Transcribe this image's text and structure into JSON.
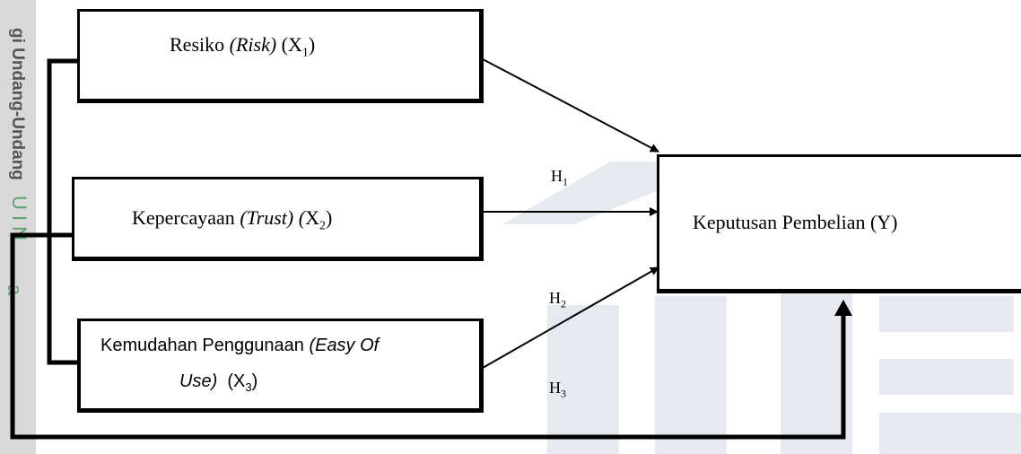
{
  "sidebar": {
    "vertical_text_1": "gi Undang-Undang",
    "vertical_text_2": "U I N",
    "vertical_text_3": "a"
  },
  "diagram": {
    "boxes": [
      {
        "id": "x1",
        "text": "Resiko",
        "italic": "(Risk)",
        "var": "X",
        "sub": "1"
      },
      {
        "id": "x2",
        "text": "Kepercayaan",
        "italic": "(Trust) (",
        "var": "X",
        "sub": "2"
      },
      {
        "id": "x3",
        "text_line1": "Kemudahan Penggunaan",
        "italic_line1": "(Easy Of",
        "italic_line2": "Use)",
        "var": "X",
        "sub": "3"
      },
      {
        "id": "y",
        "text": "Keputusan Pembelian  (Y)"
      }
    ],
    "hypotheses": [
      {
        "id": "h1",
        "letter": "H",
        "sub": "1"
      },
      {
        "id": "h2",
        "letter": "H",
        "sub": "2"
      },
      {
        "id": "h3",
        "letter": "H",
        "sub": "3"
      }
    ]
  },
  "colors": {
    "watermark": "#e6eaf0",
    "sidebar": "#d9d9d9",
    "sidebar_text": "#555555",
    "sidebar_green": "#8fc9a0",
    "line": "#000000"
  }
}
